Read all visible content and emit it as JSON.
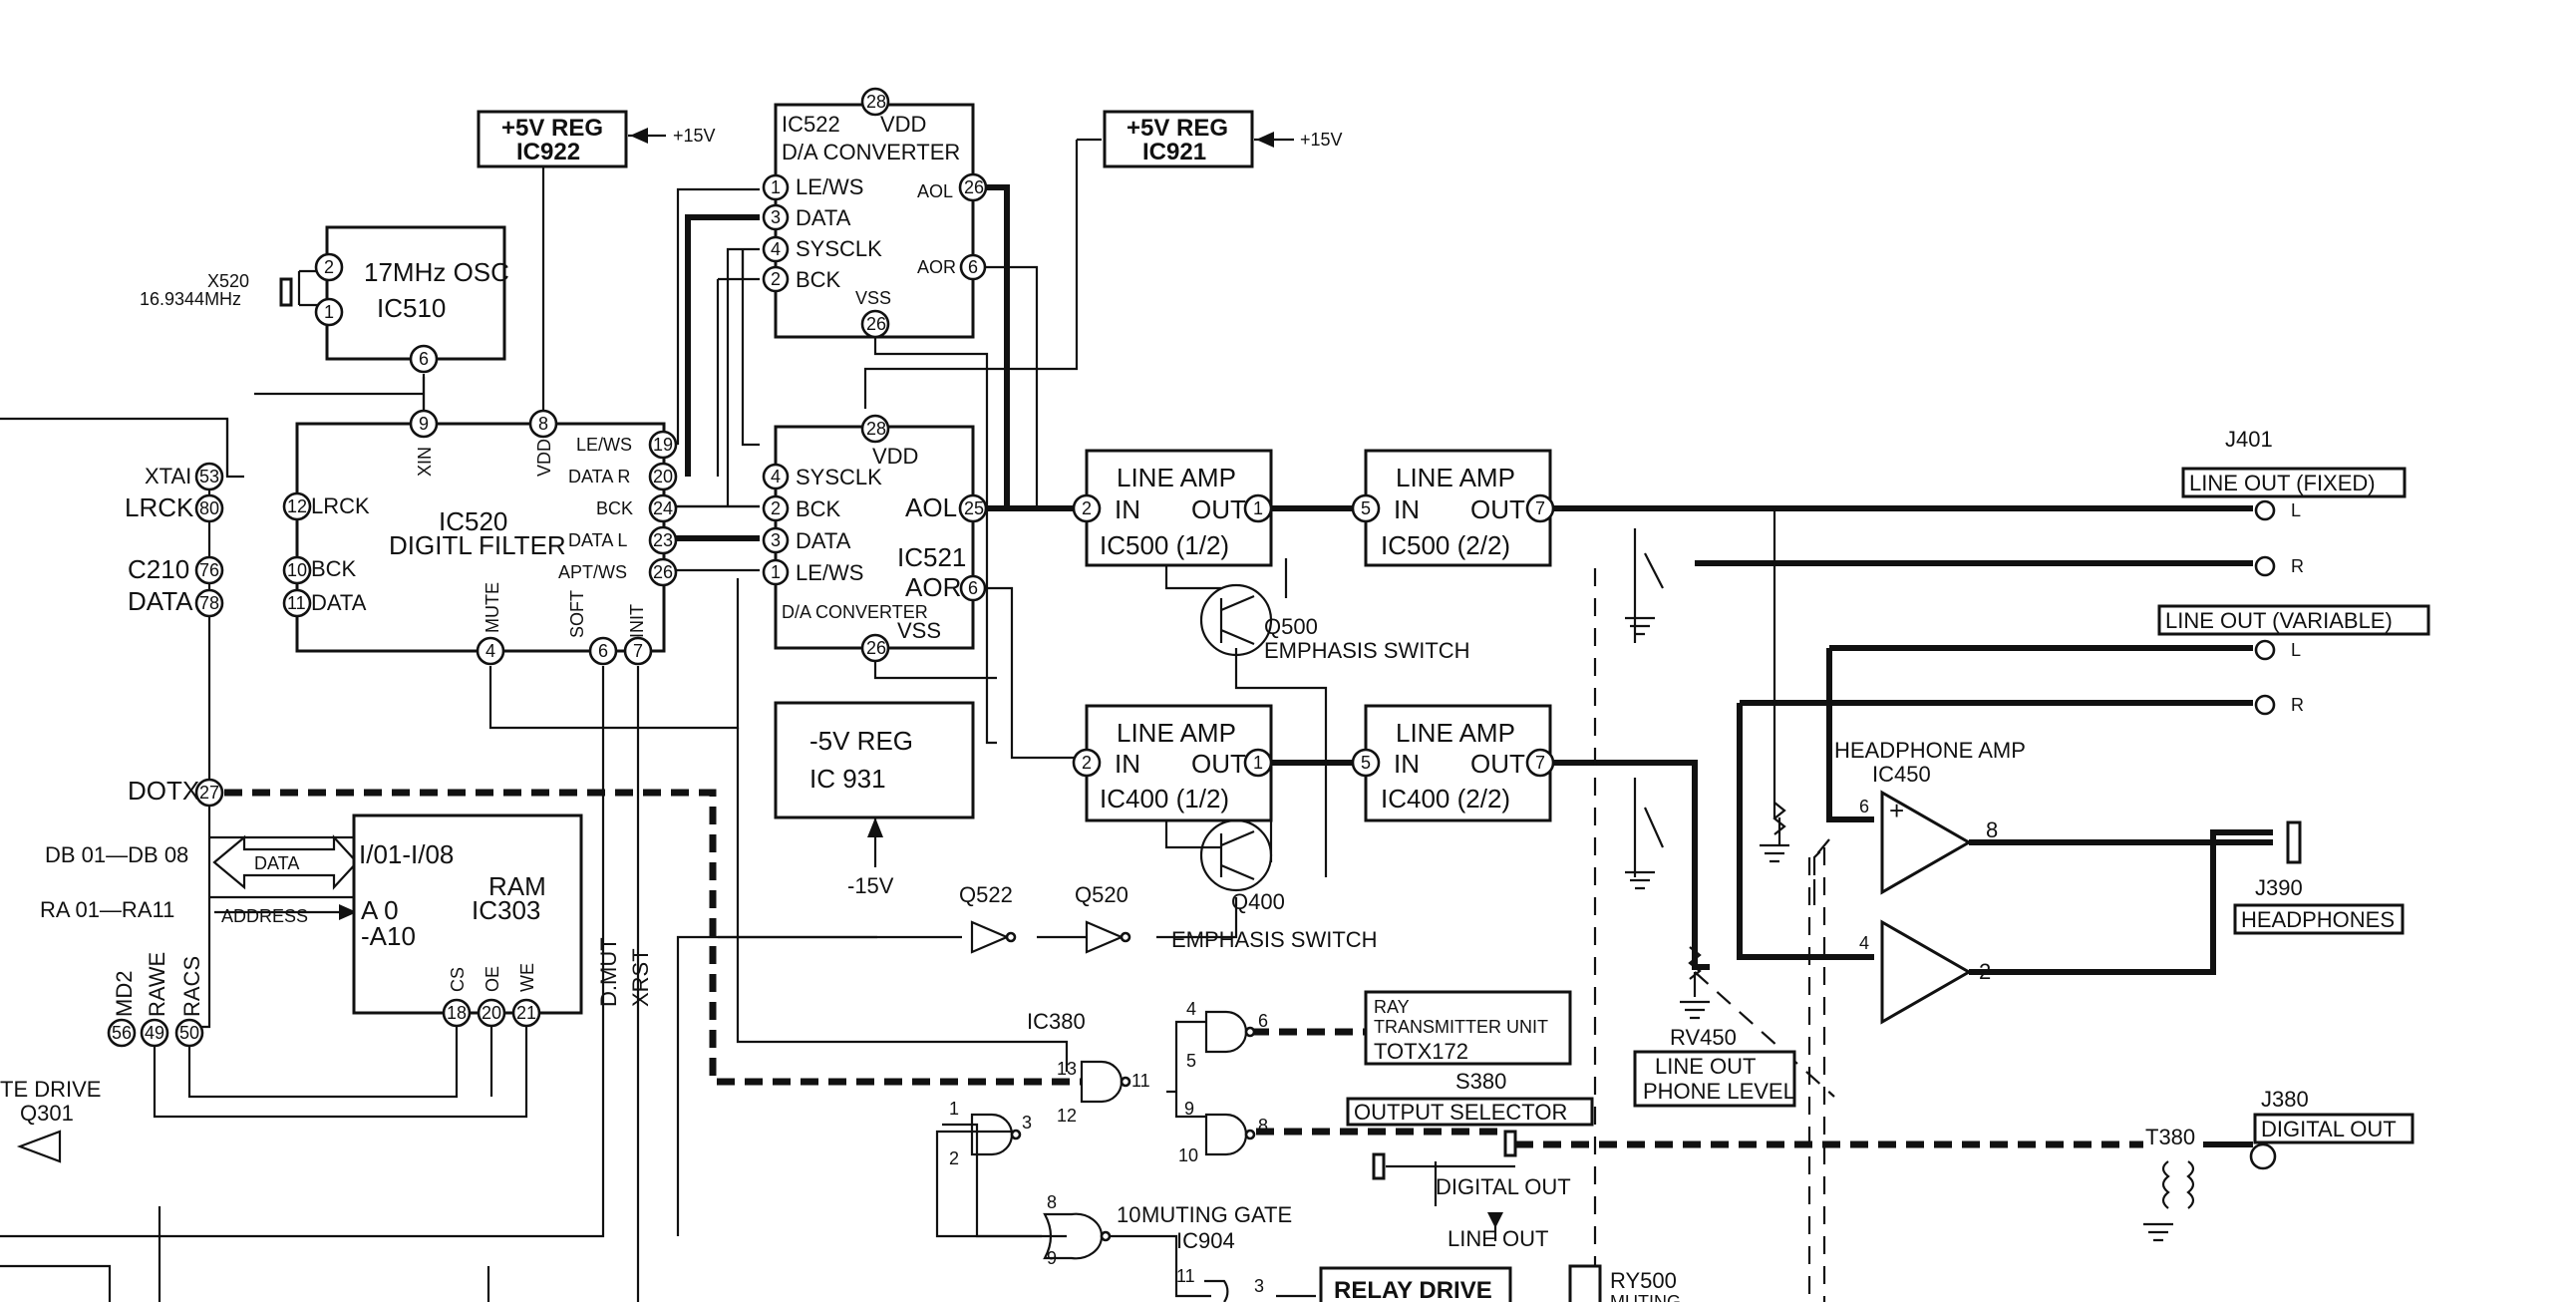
{
  "blocks": {
    "reg_ic922": {
      "line1": "+5V REG",
      "line2": "IC922",
      "supply": "+15V"
    },
    "reg_ic921": {
      "line1": "+5V REG",
      "line2": "IC921",
      "supply": "+15V"
    },
    "osc_ic510": {
      "line1": "17MHz OSC",
      "line2": "IC510",
      "crystal": "X520",
      "freq": "16.9344MHz"
    },
    "dac_ic522": {
      "line1": "IC522",
      "vdd": "VDD",
      "line2": "D/A CONVERTER",
      "pins": [
        "LE/WS",
        "DATA",
        "SYSCLK",
        "BCK"
      ],
      "out_l": "AOL",
      "out_r": "AOR",
      "vss": "VSS"
    },
    "dac_ic521": {
      "name": "IC521",
      "vdd": "VDD",
      "line2": "D/A CONVERTER",
      "pins": [
        "SYSCLK",
        "BCK",
        "DATA",
        "LE/WS"
      ],
      "out_l": "AOL",
      "out_r": "AOR",
      "vss": "VSS"
    },
    "filter_ic520": {
      "line1": "IC520",
      "line2": "DIGITL FILTER",
      "left_pins": [
        "LRCK",
        "BCK",
        "DATA"
      ],
      "right_pins": [
        "LE/WS",
        "DATA R",
        "BCK",
        "DATA L",
        "APT/WS"
      ],
      "top_pins": [
        "XIN",
        "VDD"
      ],
      "bottom_pins": [
        "MUTE",
        "SOFT",
        "INIT"
      ]
    },
    "ram_ic303": {
      "line1": "RAM",
      "line2": "IC303",
      "io": "I/01-I/08",
      "addr1": "A 0",
      "addr2": "-A10",
      "pins": [
        "CS",
        "OE",
        "WE"
      ]
    },
    "reg_ic931": {
      "line1": "-5V REG",
      "line2": "IC 931",
      "supply": "-15V"
    },
    "amp_ic500a": {
      "line1": "LINE AMP",
      "in": "IN",
      "out": "OUT",
      "line2": "IC500 (1/2)"
    },
    "amp_ic500b": {
      "line1": "LINE AMP",
      "in": "IN",
      "out": "OUT",
      "line2": "IC500 (2/2)"
    },
    "amp_ic400a": {
      "line1": "LINE AMP",
      "in": "IN",
      "out": "OUT",
      "line2": "IC400 (1/2)"
    },
    "amp_ic400b": {
      "line1": "LINE AMP",
      "in": "IN",
      "out": "OUT",
      "line2": "IC400 (2/2)"
    },
    "ray_unit": {
      "line1": "RAY",
      "line2": "TRANSMITTER UNIT",
      "line3": "TOTX172"
    },
    "relay_drive": {
      "label": "RELAY DRIVE"
    }
  },
  "signals": {
    "xtai": "XTAI",
    "lrck": "LRCK",
    "c210": "C210",
    "data": "DATA",
    "dotx": "DOTX",
    "db": "DB 01—DB 08",
    "ra": "RA 01—RA11",
    "bus_data": "DATA",
    "bus_address": "ADDRESS",
    "md2": "MD2",
    "rawe": "RAWE",
    "racs": "RACS",
    "dmut": "D.MUT",
    "xrst": "XRST",
    "mute_drive": "TE DRIVE",
    "q301": "Q301"
  },
  "pin_numbers": {
    "ic522": [
      "28",
      "1",
      "3",
      "4",
      "2",
      "26",
      "6",
      "26"
    ],
    "ic521": [
      "28",
      "4",
      "2",
      "3",
      "1",
      "25",
      "6",
      "26"
    ],
    "ic520_top": [
      "9",
      "8"
    ],
    "ic520_left": [
      "12",
      "10",
      "11"
    ],
    "ic520_right": [
      "19",
      "20",
      "24",
      "23",
      "26"
    ],
    "ic520_bottom": [
      "4",
      "6",
      "7"
    ],
    "mcu": [
      "53",
      "80",
      "76",
      "78",
      "27",
      "56",
      "49",
      "50"
    ],
    "osc": [
      "2",
      "1",
      "6"
    ],
    "ram": [
      "18",
      "20",
      "21"
    ],
    "amps": [
      "2",
      "1",
      "5",
      "7"
    ]
  },
  "transistors": {
    "q500": "Q500",
    "q400": "Q400",
    "q522": "Q522",
    "q520": "Q520",
    "emphasis": "EMPHASIS SWITCH"
  },
  "logic": {
    "ic380": "IC380",
    "ic904": "IC904",
    "muting_gate": "MUTING GATE",
    "pins": {
      "p4": "4",
      "p5": "5",
      "p6": "6",
      "p13": "13",
      "p11": "11",
      "p12": "12",
      "p1": "1",
      "p2": "2",
      "p3": "3",
      "p9": "9",
      "p8": "8",
      "p10": "10",
      "g8": "8",
      "g9": "9",
      "g10": "10",
      "g11": "11",
      "g3": "3"
    }
  },
  "outputs": {
    "j401": "J401",
    "line_out_fixed": "LINE OUT (FIXED)",
    "line_out_variable": "LINE OUT (VARIABLE)",
    "ch_l": "L",
    "ch_r": "R",
    "headphone_amp": "HEADPHONE AMP",
    "ic450": "IC450",
    "hp_pin6": "6",
    "hp_pin8": "8",
    "hp_pin4": "4",
    "hp_pin2": "2",
    "plus": "+",
    "minus": "−",
    "j390": "J390",
    "headphones": "HEADPHONES",
    "rv450": "RV450",
    "line_out_phone_level_1": "LINE OUT",
    "line_out_phone_level_2": "PHONE LEVEL",
    "s380": "S380",
    "output_selector": "OUTPUT SELECTOR",
    "digital_out": "DIGITAL OUT",
    "line_out": "LINE OUT",
    "t380": "T380",
    "j380": "J380",
    "digital_out_box": "DIGITAL OUT",
    "ry500": "RY500",
    "muting": "MUTING"
  },
  "misc": {
    "minus15": "-15V",
    "plus15": "+15V"
  }
}
